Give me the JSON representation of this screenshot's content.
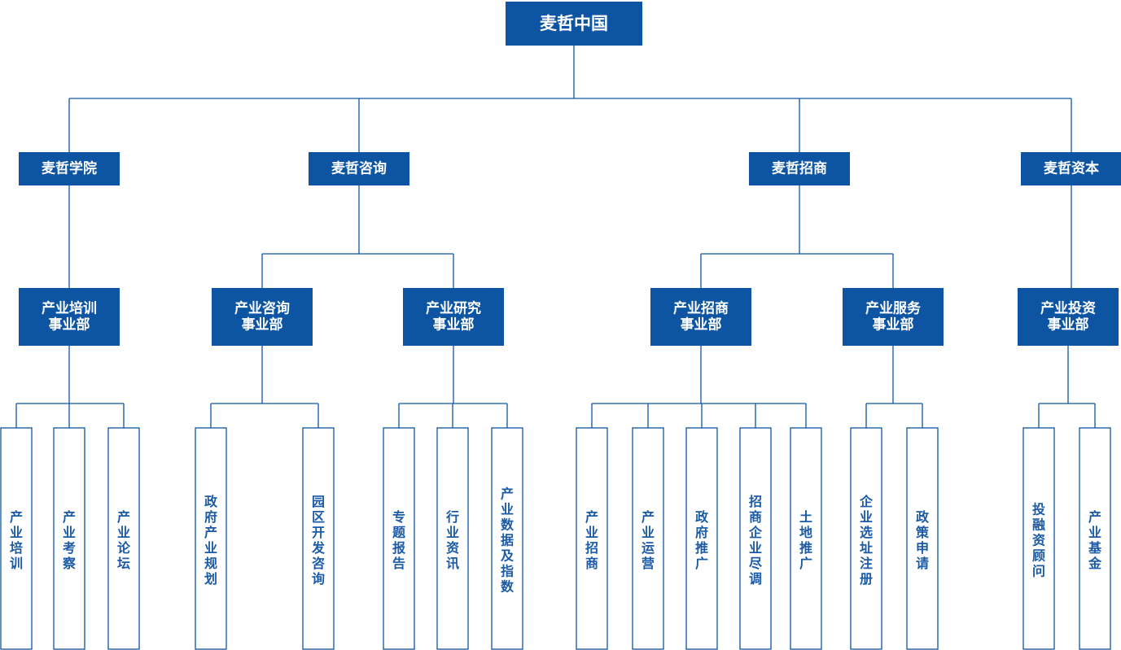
{
  "colors": {
    "primary": "#0d55a3",
    "line": "#0d55a3",
    "leaf_border": "#0d55a3",
    "leaf_text": "#1b5aa6"
  },
  "root": {
    "name": "麦哲中国"
  },
  "divisions": [
    {
      "name": "麦哲学院",
      "units": [
        {
          "name": [
            "产业培训",
            "事业部"
          ],
          "items": [
            "产业培训",
            "产业考察",
            "产业论坛"
          ]
        }
      ]
    },
    {
      "name": "麦哲咨询",
      "units": [
        {
          "name": [
            "产业咨询",
            "事业部"
          ],
          "items": [
            "政府产业规划",
            "园区开发咨询"
          ]
        },
        {
          "name": [
            "产业研究",
            "事业部"
          ],
          "items": [
            "专题报告",
            "行业资讯",
            "产业数据及指数"
          ]
        }
      ]
    },
    {
      "name": "麦哲招商",
      "units": [
        {
          "name": [
            "产业招商",
            "事业部"
          ],
          "items": [
            "产业招商",
            "产业运营",
            "政府推广",
            "招商企业尽调",
            "土地推广"
          ]
        },
        {
          "name": [
            "产业服务",
            "事业部"
          ],
          "items": [
            "企业选址注册",
            "政策申请"
          ]
        }
      ]
    },
    {
      "name": "麦哲资本",
      "units": [
        {
          "name": [
            "产业投资",
            "事业部"
          ],
          "items": [
            "投融资顾问",
            "产业基金"
          ]
        }
      ]
    }
  ]
}
